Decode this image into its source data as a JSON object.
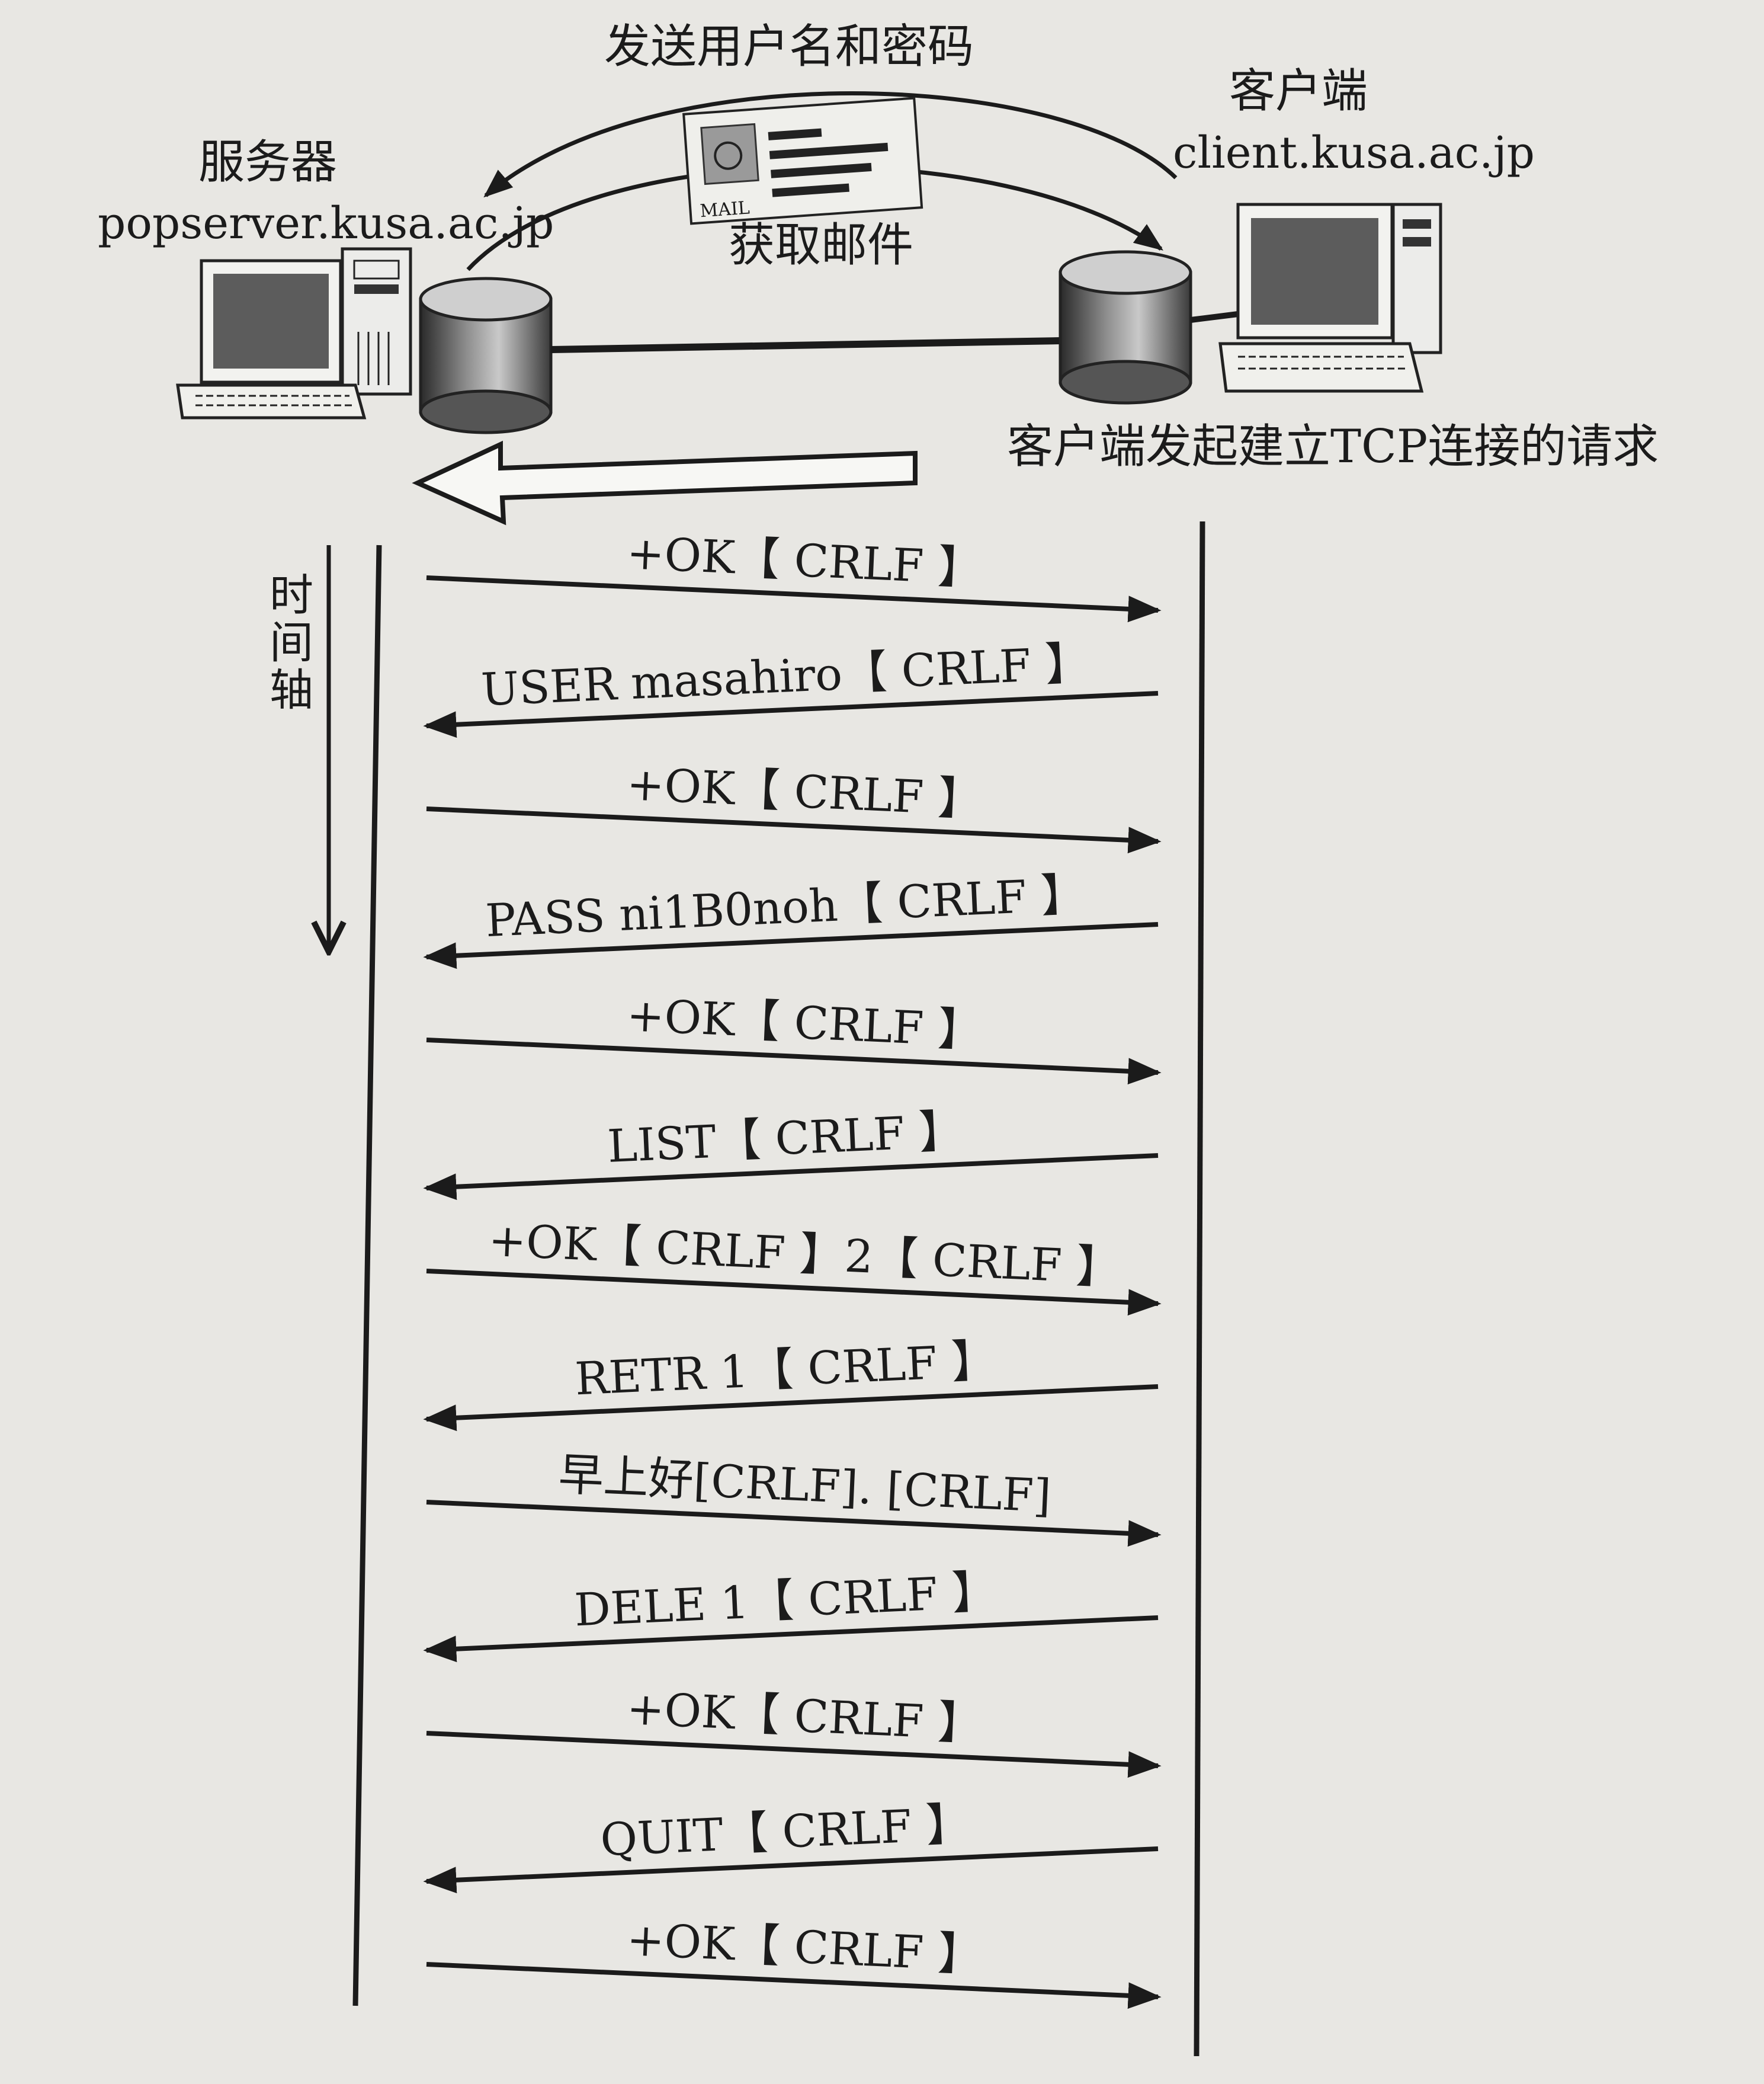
{
  "server": {
    "title": "服务器",
    "host": "popserver.kusa.ac.jp"
  },
  "client": {
    "title": "客户端",
    "host": "client.kusa.ac.jp"
  },
  "top_labels": {
    "send_credentials": "发送用户名和密码",
    "fetch_mail": "获取邮件",
    "mail_stamp": "MAIL",
    "tcp_request": "客户端发起建立TCP连接的请求"
  },
  "time_axis": {
    "label": "时间轴"
  },
  "messages": [
    {
      "text": "+OK【 CRLF 】",
      "direction": "to-client"
    },
    {
      "text": "USER  masahiro【 CRLF 】",
      "direction": "to-server"
    },
    {
      "text": "+OK【 CRLF 】",
      "direction": "to-client"
    },
    {
      "text": "PASS  ni1B0noh【 CRLF 】",
      "direction": "to-server"
    },
    {
      "text": "+OK【 CRLF 】",
      "direction": "to-client"
    },
    {
      "text": "LIST【 CRLF 】",
      "direction": "to-server"
    },
    {
      "text": "+OK【 CRLF 】2【 CRLF 】",
      "direction": "to-client"
    },
    {
      "text": "RETR 1【 CRLF 】",
      "direction": "to-server"
    },
    {
      "text": "早上好[CRLF]. [CRLF]",
      "direction": "to-client"
    },
    {
      "text": "DELE 1【 CRLF 】",
      "direction": "to-server"
    },
    {
      "text": "+OK【 CRLF 】",
      "direction": "to-client"
    },
    {
      "text": "QUIT【 CRLF 】",
      "direction": "to-server"
    },
    {
      "text": "+OK【 CRLF 】",
      "direction": "to-client"
    }
  ]
}
